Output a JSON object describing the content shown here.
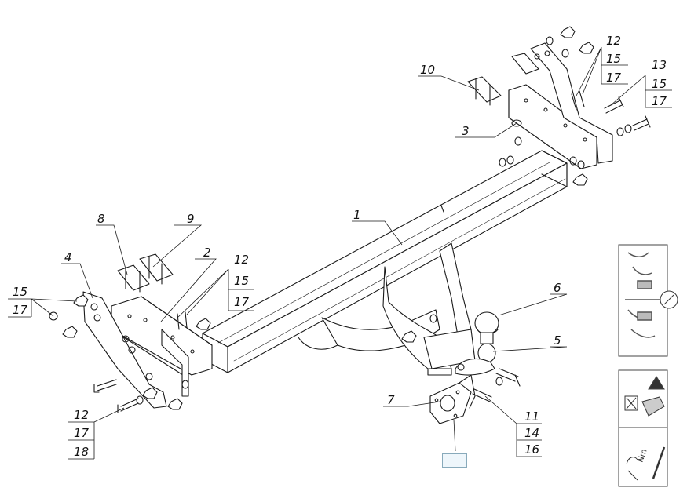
{
  "labels": {
    "p1": "1",
    "p2": "2",
    "p3": "3",
    "p4": "4",
    "p5": "5",
    "p6": "6",
    "p7": "7",
    "p8": "8",
    "p9": "9",
    "p10": "10",
    "tr_12": "12",
    "tr_15": "15",
    "tr_17": "17",
    "r_13": "13",
    "r_15": "15",
    "r_17": "17",
    "m_12": "12",
    "m_15": "15",
    "m_17": "17",
    "l_15": "15",
    "l_17": "17",
    "bl_12": "12",
    "bl_17": "17",
    "bl_18": "18",
    "br_11": "11",
    "br_14": "14",
    "br_16": "16"
  },
  "colors": {
    "line": "#1a1a1a",
    "panel_border": "#444444",
    "icon_dark": "#555555"
  },
  "icons": [
    "wiring-harness-icon",
    "remove-bumper-icon",
    "warning-triangle-icon",
    "no-drill-icon",
    "torque-wrench-icon"
  ]
}
